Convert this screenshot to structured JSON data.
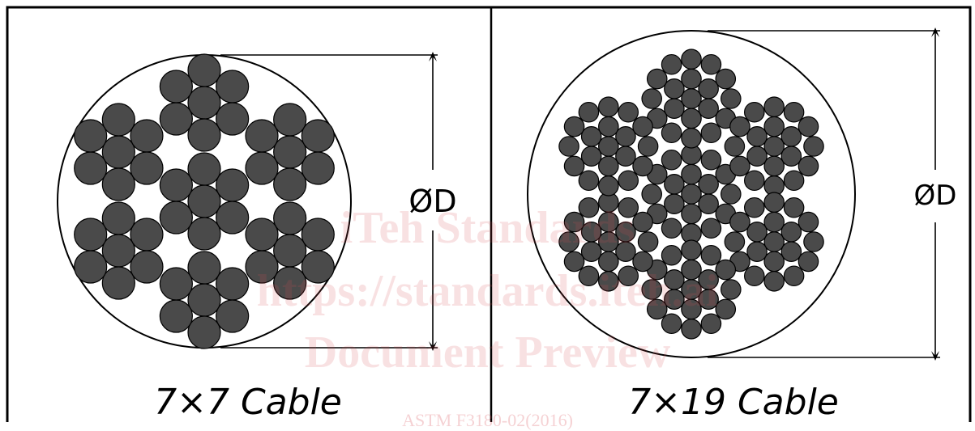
{
  "panels": [
    {
      "caption": "7×7 Cable",
      "dimension_label": "ØD",
      "construction": "7x7"
    },
    {
      "caption": "7×19 Cable",
      "dimension_label": "ØD",
      "construction": "7x19"
    }
  ],
  "watermark": {
    "line1": "iTeh Standards",
    "line2": "https://standards.iteh.ai",
    "line3": "Document Preview",
    "line4": "ASTM F3180-02(2016)"
  },
  "colors": {
    "wire_fill": "#4a4a4a",
    "stroke": "#000000",
    "background": "#ffffff",
    "watermark": "#d94a54"
  }
}
